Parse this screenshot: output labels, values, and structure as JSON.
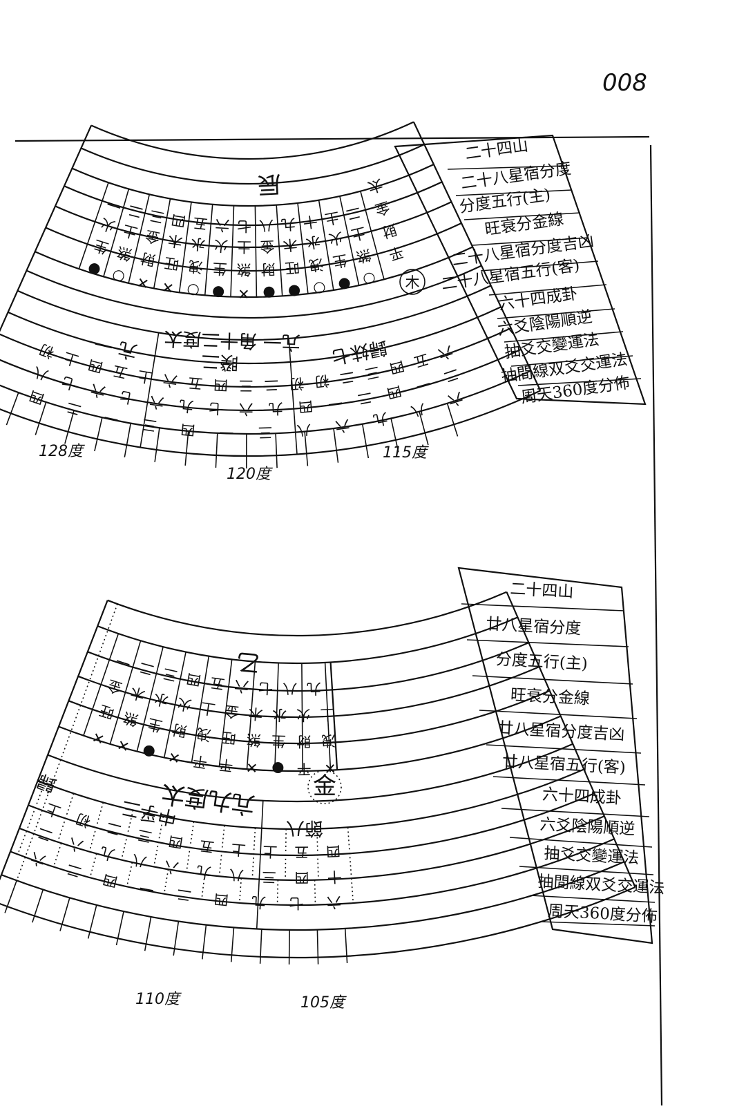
{
  "page_number": "008",
  "top_panel": {
    "header": "辰",
    "legend": [
      "二十四山",
      "二十八星宿分度",
      "分度五行",
      "主",
      "旺衰分金線",
      "二十八星宿分度吉凶",
      "二十八星宿五行",
      "客",
      "六十四成卦",
      "六爻陰陽順逆",
      "抽爻交變運法",
      "抽間線双爻交運法",
      "周天360度分佈"
    ],
    "row_numbers": [
      "一",
      "二",
      "三",
      "四",
      "五",
      "六",
      "七",
      "八",
      "九",
      "十",
      "土",
      "二"
    ],
    "row_elements": [
      "火",
      "土",
      "金",
      "木",
      "水",
      "火",
      "土",
      "金",
      "木",
      "水",
      "火",
      "土"
    ],
    "row_fortune": [
      "生",
      "煞",
      "財",
      "旺",
      "洩",
      "生",
      "煞",
      "財",
      "旺",
      "洩",
      "生",
      "煞"
    ],
    "row_marks": [
      "●",
      "○",
      "✕",
      "✕",
      "○",
      "●",
      "✕",
      "●",
      "●",
      "○",
      "●",
      "○"
    ],
    "side_labels": [
      "太",
      "金",
      "財",
      "平"
    ],
    "element_circle": "木",
    "star_band": "亢一 角十二度太",
    "hex_left": "亢 一",
    "hex_mid": "睽二",
    "hex_right": "歸妹七",
    "yao_row1": [
      "初",
      "上",
      "四",
      "五",
      "上",
      "六",
      "五",
      "四",
      "三",
      "二",
      "初",
      "初",
      "二",
      "三",
      "四",
      "五",
      "六"
    ],
    "yao_row2": [
      "八",
      "七",
      "六",
      "七",
      "六",
      "九",
      "七",
      "六",
      "九",
      "四",
      "一",
      "二",
      "四",
      "一",
      "二"
    ],
    "yao_row3": [
      "四",
      "二",
      "一",
      "三",
      "四",
      "一",
      "三",
      "八",
      "六",
      "九",
      "八",
      "六"
    ],
    "degree_labels": [
      "128度",
      "120度",
      "115度"
    ]
  },
  "bottom_panel": {
    "header": "乙",
    "legend": [
      "二十四山",
      "廿八星宿分度",
      "分度五行",
      "主",
      "旺衰分金線",
      "廿八星宿分度吉凶",
      "廿八星宿五行",
      "客",
      "六十四成卦",
      "六爻陰陽順逆",
      "抽爻交變運法",
      "抽間線双爻交運法",
      "周天360度分佈"
    ],
    "row_numbers": [
      "一",
      "二",
      "三",
      "四",
      "五",
      "六",
      "七",
      "八",
      "九"
    ],
    "row_elements": [
      "金",
      "木",
      "水",
      "火",
      "土",
      "金",
      "木",
      "水",
      "火",
      "土"
    ],
    "row_fortune": [
      "旺",
      "煞",
      "生",
      "財",
      "洩",
      "旺",
      "煞",
      "生",
      "財",
      "洩"
    ],
    "row_marks": [
      "✕",
      "✕",
      "●",
      "✕",
      "平",
      "平",
      "✕",
      "●",
      "平",
      "✕"
    ],
    "star_band": "亢九度太",
    "element_circle": "金",
    "hex_left_label": "歸",
    "hex_left": "中孚三",
    "hex_right": "節八",
    "yao_row1": [
      "上",
      "初",
      "二",
      "三",
      "四",
      "五",
      "上",
      "上",
      "五",
      "四"
    ],
    "yao_row2": [
      "二",
      "六",
      "九",
      "八",
      "六",
      "九",
      "八",
      "三",
      "四",
      "十"
    ],
    "yao_row3": [
      "六",
      "二",
      "四",
      "一",
      "二",
      "四",
      "九",
      "七",
      "六"
    ],
    "degree_labels": [
      "110度",
      "105度"
    ]
  }
}
